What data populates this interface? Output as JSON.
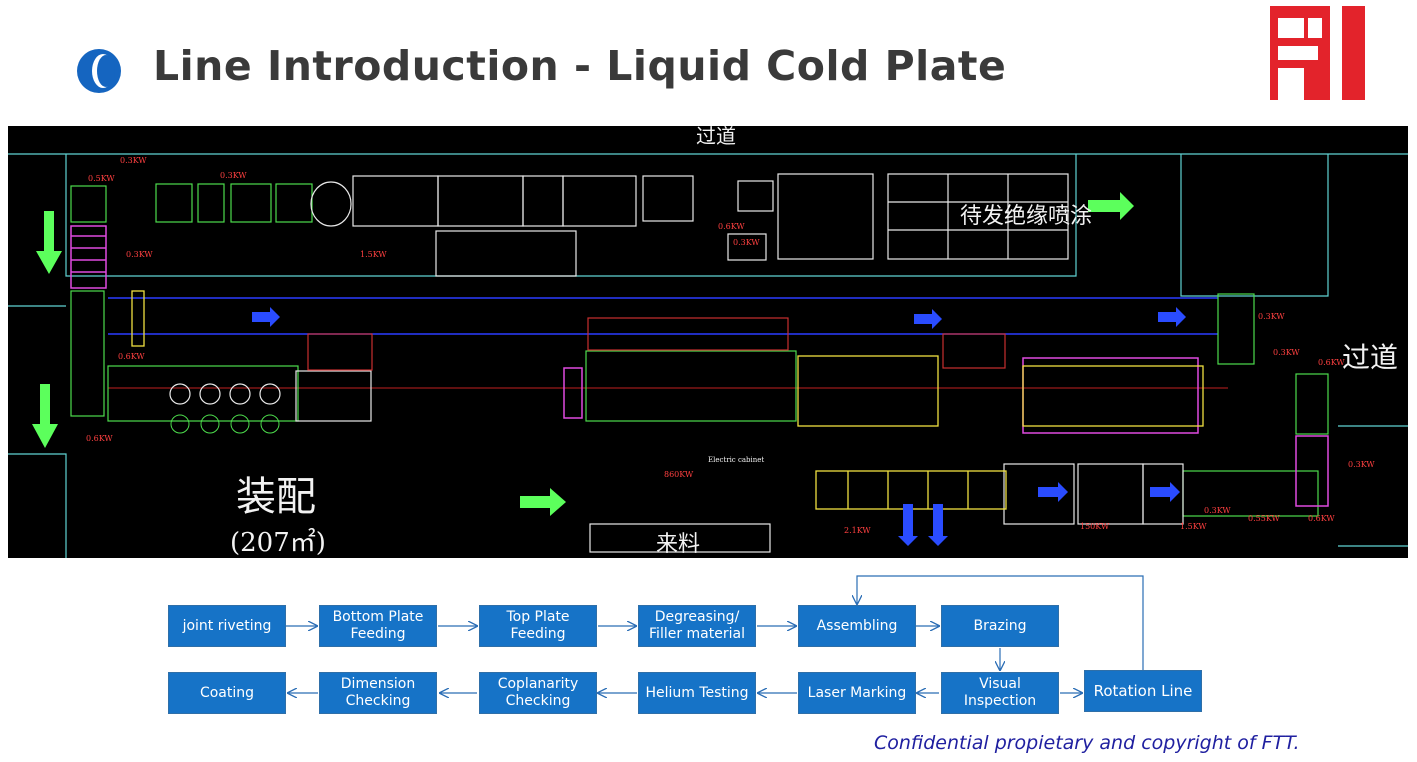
{
  "header": {
    "title": "Line Introduction - Liquid Cold Plate",
    "logo_icon": "ftt-logo-icon",
    "bullet_icon": "crescent-bullet-icon"
  },
  "layout_drawing": {
    "top_label": "过道",
    "right_label": "过道",
    "insulation_spray_label": "待发绝缘喷涂",
    "assembly_label": "装配",
    "assembly_area": "(207㎡)",
    "material_label": "来料",
    "electric_cabinet": "Electric cabinet",
    "power_labels": [
      "0.5KW",
      "0.3KW",
      "0.3KW",
      "0.3KW",
      "1.5KW",
      "0.6KW",
      "0.3KW",
      "0.6KW",
      "0.6KW",
      "0.3KW",
      "0.3KW",
      "860KW",
      "2.1KW",
      "150KW",
      "1.5KW",
      "0.55KW",
      "0.6KW",
      "0.3KW",
      "0.3KW",
      "0.6KW"
    ]
  },
  "flow": {
    "steps": [
      {
        "id": "joint-riveting",
        "label": "joint riveting"
      },
      {
        "id": "bottom-plate-feeding",
        "label": "Bottom Plate Feeding"
      },
      {
        "id": "top-plate-feeding",
        "label": "Top Plate Feeding"
      },
      {
        "id": "degreasing",
        "label": "Degreasing/ Filler material"
      },
      {
        "id": "assembling",
        "label": "Assembling"
      },
      {
        "id": "brazing",
        "label": "Brazing"
      },
      {
        "id": "visual-inspection",
        "label": "Visual Inspection"
      },
      {
        "id": "rotation-line",
        "label": "Rotation Line"
      },
      {
        "id": "laser-marking",
        "label": "Laser Marking"
      },
      {
        "id": "helium-testing",
        "label": "Helium Testing"
      },
      {
        "id": "coplanarity-checking",
        "label": "Coplanarity Checking"
      },
      {
        "id": "dimension-checking",
        "label": "Dimension Checking"
      },
      {
        "id": "coating",
        "label": "Coating"
      }
    ],
    "box_color": "#1673c7",
    "arrow_color": "#2a6db5"
  },
  "footer": {
    "text": "Confidential propietary and copyright of FTT."
  }
}
